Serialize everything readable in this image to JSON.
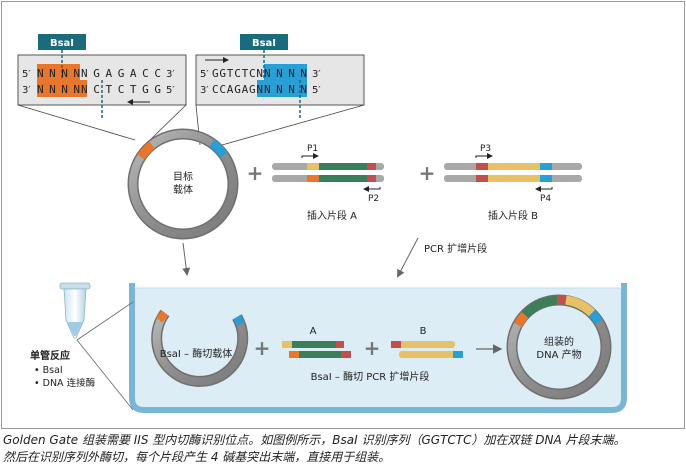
{
  "enzyme_label": "BsaI",
  "left_site": {
    "top_prime_left": "5′",
    "top_highlight": "NNNN",
    "top_rest": "NGAGACC",
    "top_prime_right": "3′",
    "bottom_prime_left": "3′",
    "bottom_highlight": "NNNN",
    "bottom_rest": "NCTCTGG",
    "bottom_prime_right": "5′"
  },
  "right_site": {
    "top_prime_left": "5′",
    "top_rest": "GGTCTCN",
    "top_highlight": "NNNN",
    "top_prime_right": "3′",
    "bottom_prime_left": "3′",
    "bottom_rest": "CCAGAGN",
    "bottom_highlight": "NNNN",
    "bottom_prime_right": "5′"
  },
  "target_vector": {
    "line1": "目标",
    "line2": "载体"
  },
  "plus": "+",
  "insert_a": {
    "label": "插入片段 A",
    "primer_top": "P1",
    "primer_bottom": "P2"
  },
  "insert_b": {
    "label": "插入片段 B",
    "primer_top": "P3",
    "primer_bottom": "P4"
  },
  "pcr_label": "PCR 扩增片段",
  "reaction": {
    "title": "单管反应",
    "item1": "• BsaI",
    "item2": "• DNA 连接酶"
  },
  "cut_vector_label": "BsaI – 酶切载体",
  "frag_a": "A",
  "frag_b": "B",
  "cut_pcr_label": "BsaI – 酶切 PCR 扩增片段",
  "assembled": {
    "line1": "组装的",
    "line2": "DNA 产物"
  },
  "caption_line1": "Golden Gate 组装需要 IIS 型内切酶识别位点。如图例所示，BsaI 识别序列（GGTCTC）加在双链 DNA 片段末端。",
  "caption_line2": "然后在识别序列外酶切，每个片段产生 4 碱基突出末端，直接用于组装。",
  "colors": {
    "teal_label": "#1a6b7d",
    "orange": "#e8762c",
    "blue": "#2a9fd6",
    "green": "#3a7e5a",
    "red": "#c0504d",
    "yellow": "#e6c167",
    "gray": "#a8a8a8",
    "box_fill": "#e6e6e6",
    "panel_fill": "#dcedf6",
    "panel_stroke": "#79b6d6"
  }
}
